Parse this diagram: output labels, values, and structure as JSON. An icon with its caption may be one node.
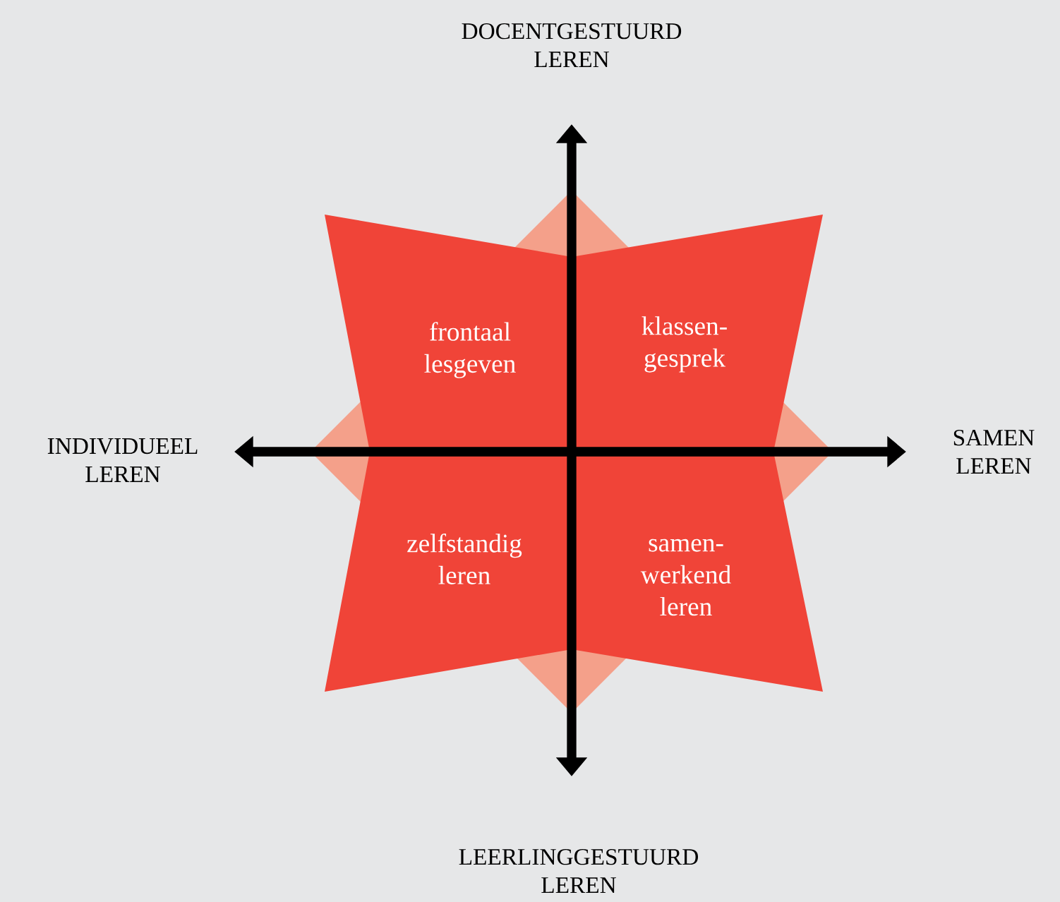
{
  "diagram": {
    "labels": [
      "DOCENTGESTUURD LEREN",
      "frontaal lesgeven",
      "klassen- gesprek",
      "INDIVIDUEEL LEREN",
      "SAMEN LEREN",
      "zelfstandig leren",
      "samen- werkend leren",
      "LEERLINGGESTUURD LEREN"
    ]
  }
}
